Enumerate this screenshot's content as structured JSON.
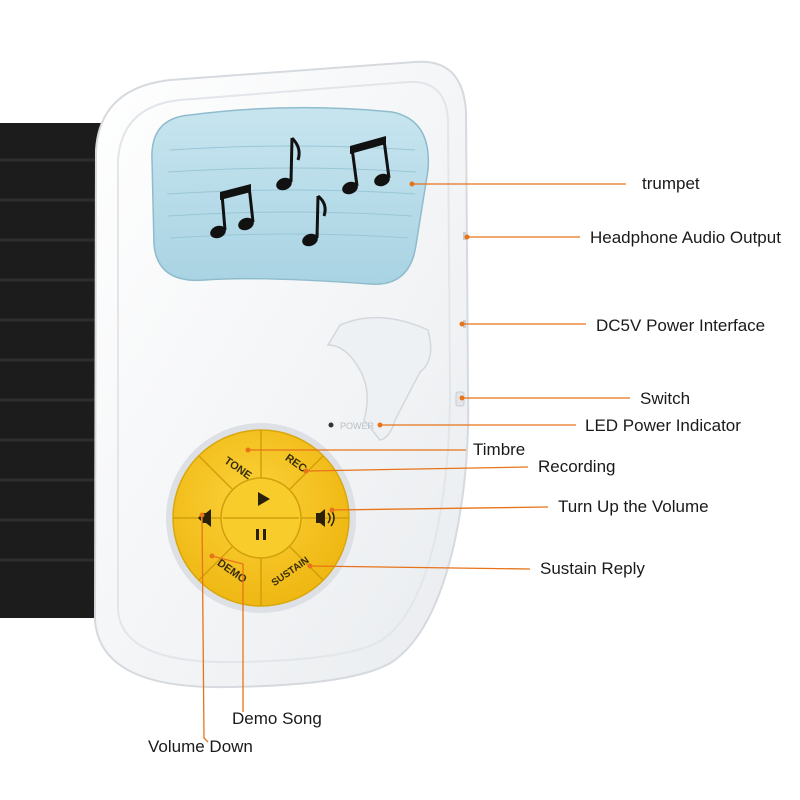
{
  "device": {
    "power_text": "POWER",
    "buttons": {
      "tone": "TONE",
      "rec": "REC",
      "demo": "DEMO",
      "sustain": "SUSTAIN"
    },
    "icons": {
      "play": "play-icon",
      "pause": "pause-icon",
      "volume_down": "volume-down-icon",
      "volume_up": "volume-up-icon",
      "notes": "music-notes-icon"
    }
  },
  "callouts": {
    "trumpet": "trumpet",
    "headphone": "Headphone Audio Output",
    "dc5v": "DC5V Power Interface",
    "switch": "Switch",
    "led": "LED Power Indicator",
    "timbre": "Timbre",
    "recording": "Recording",
    "volume_up": "Turn Up the Volume",
    "sustain": "Sustain Reply",
    "demo_song": "Demo Song",
    "volume_down": "Volume Down"
  },
  "colors": {
    "callout_line": "#e8731a",
    "button_yellow": "#f6c419",
    "speaker_blue": "#b7dbe8",
    "keyboard_black": "#1c1c1c",
    "body_white": "#f4f6f8"
  }
}
